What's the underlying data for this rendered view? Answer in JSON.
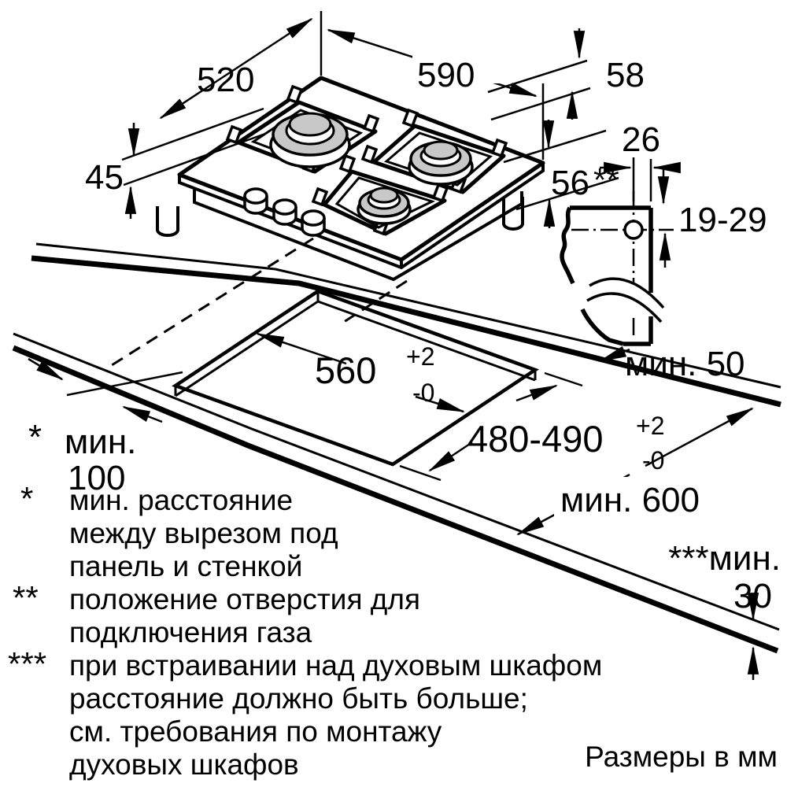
{
  "diagram": {
    "title_semantics": "gas hob installation dimensions",
    "dims": {
      "hob_depth": "520",
      "hob_width": "590",
      "edge_height": "58",
      "front_height": "45",
      "body_height": "56",
      "body_height_ref": "**",
      "gas_hole_offset": "26",
      "gas_hole_range": "19-29",
      "min_back": "мин. 50",
      "cutout_width": "560",
      "tol_plus": "+2",
      "tol_minus": "-0",
      "cutout_depth": "480-490",
      "min_left_star": "*",
      "min_left_word": "мин.",
      "min_left_value": "100",
      "min_front": "мин. 600",
      "min_oven_label": "***мин.",
      "min_oven_value": "30"
    },
    "footnotes": [
      {
        "marker": "*",
        "lines": [
          "мин. расстояние",
          "между вырезом под",
          "панель и стенкой"
        ]
      },
      {
        "marker": "**",
        "lines": [
          "положение отверстия для",
          "подключения газа"
        ]
      },
      {
        "marker": "***",
        "lines": [
          "при встраивании над духовым шкафом",
          "расстояние должно быть больше;",
          "см. требования по монтажу",
          "духовых шкафов"
        ]
      }
    ],
    "units_note": "Размеры в мм",
    "colors": {
      "line": "#000000",
      "burner_fill": "#c8c8c8",
      "background": "#ffffff"
    }
  }
}
